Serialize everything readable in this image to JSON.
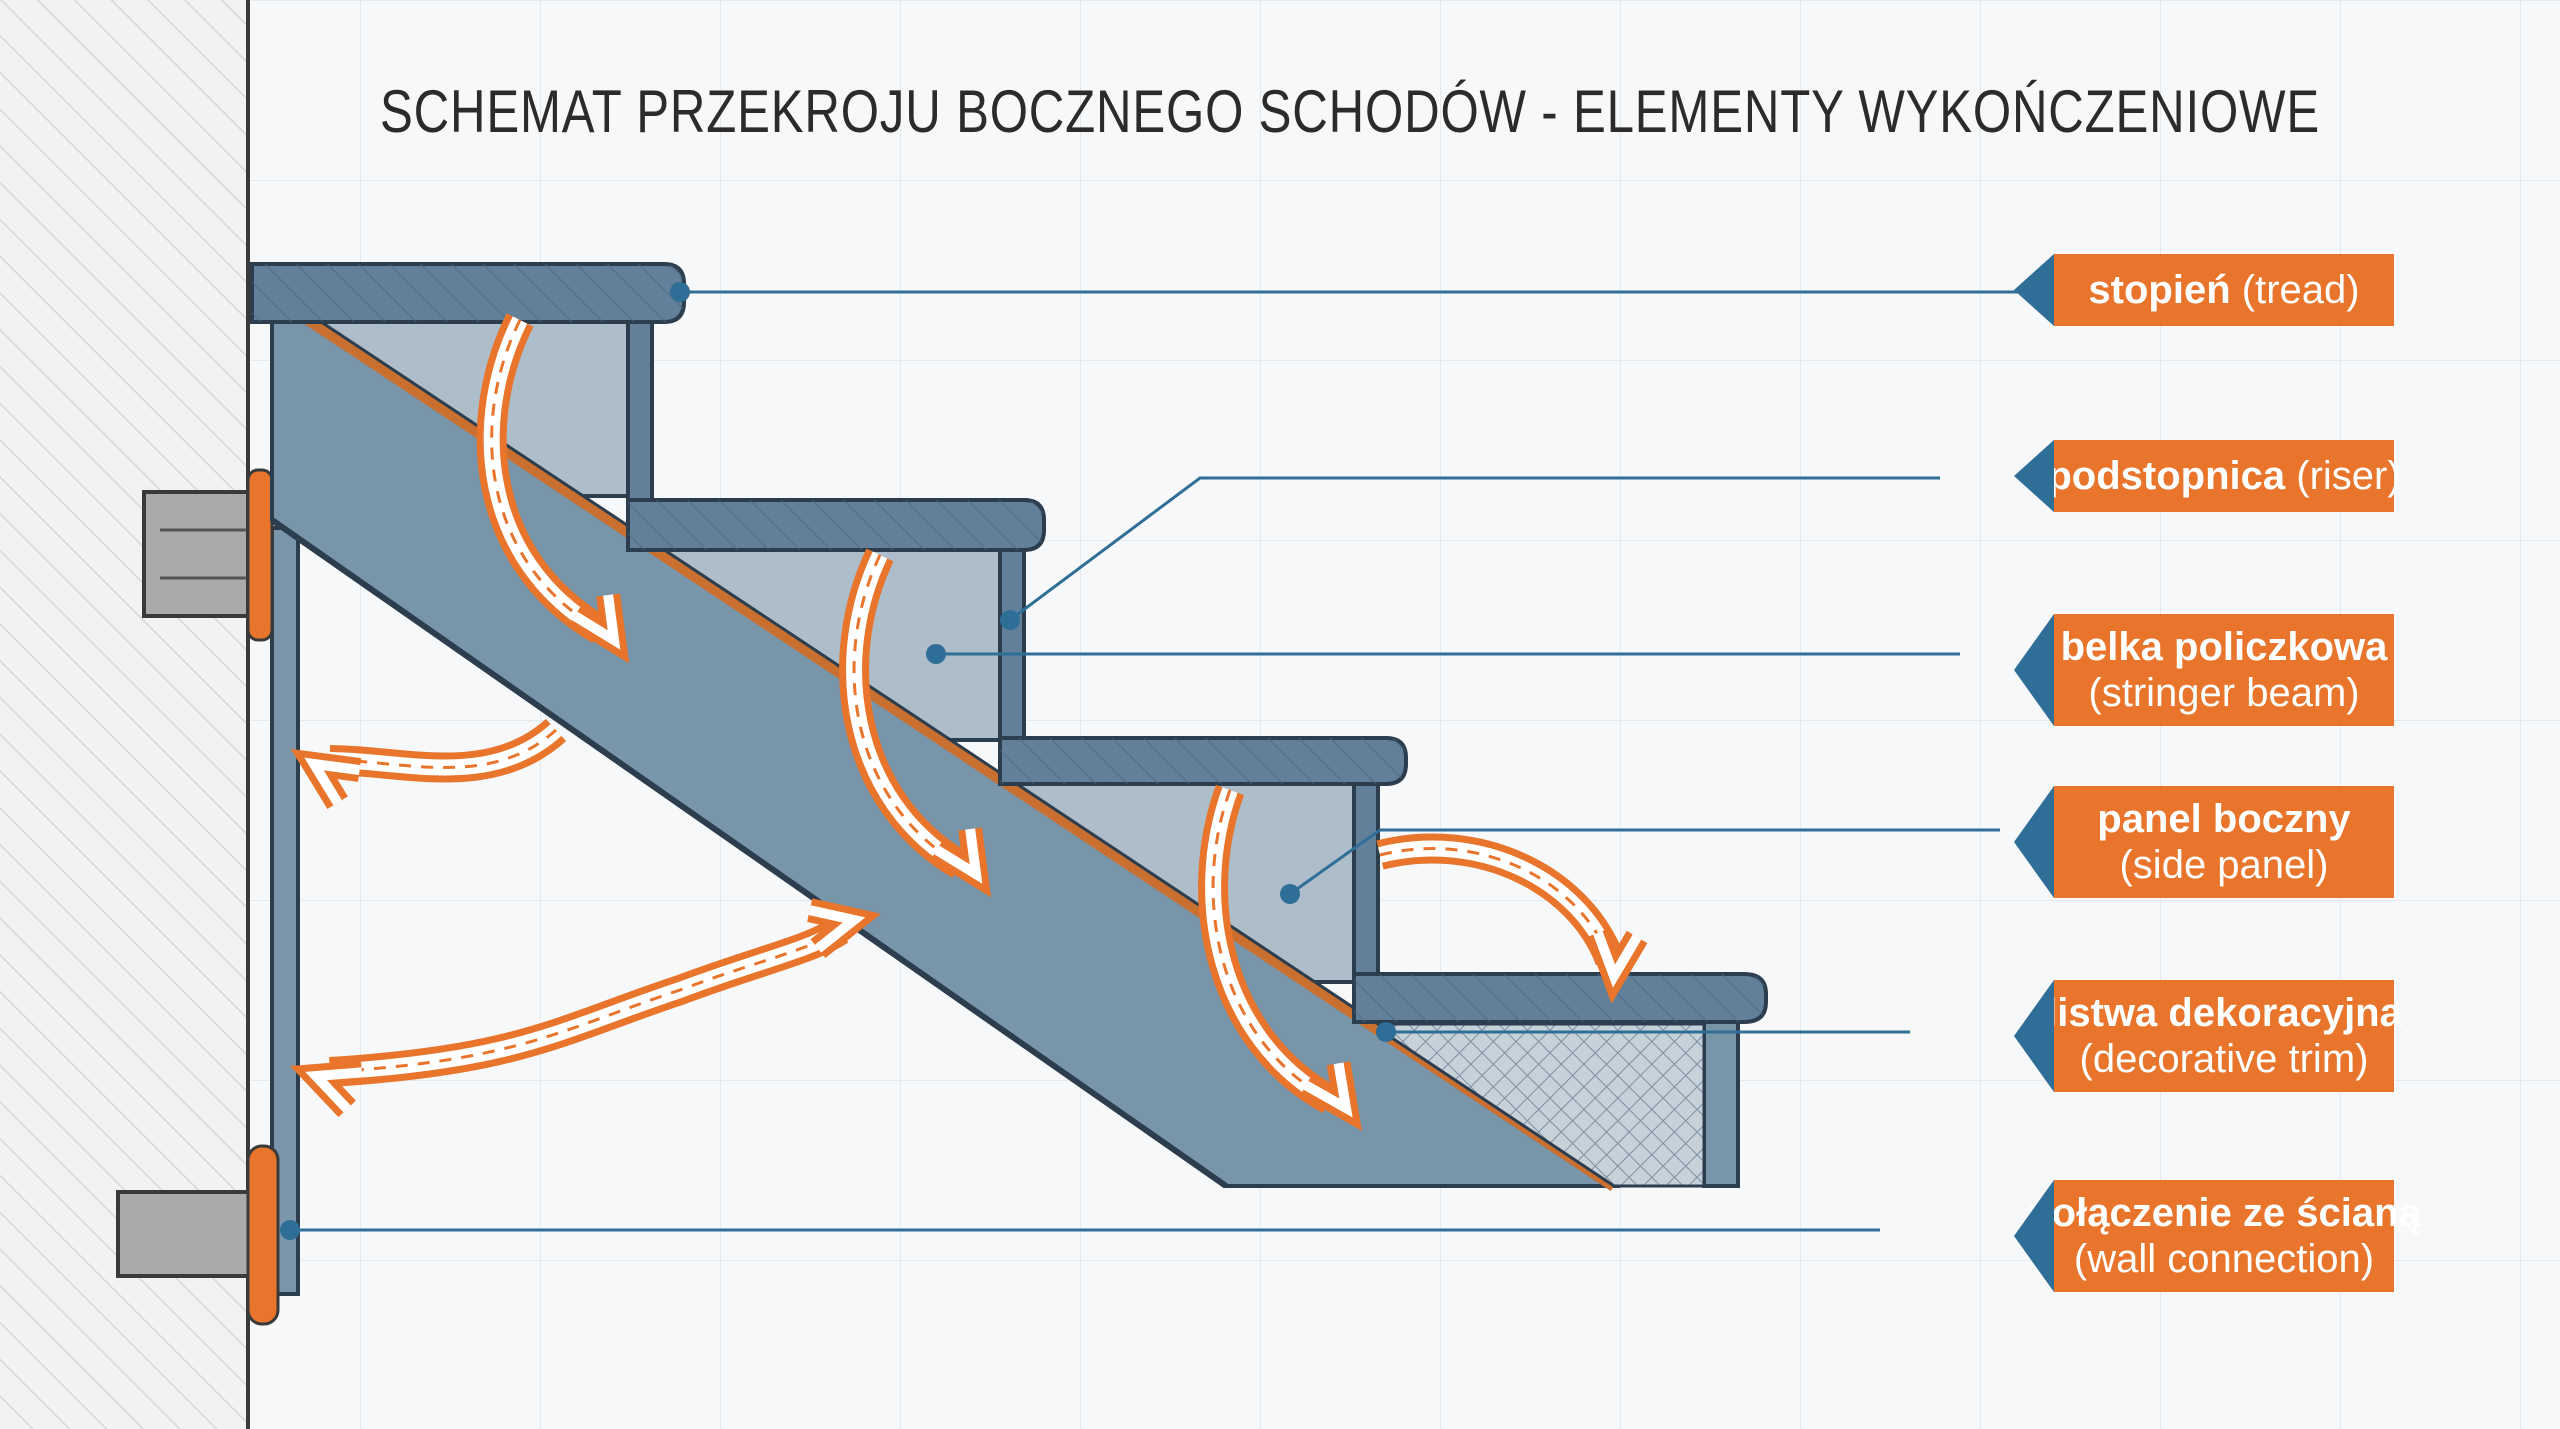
{
  "title": "SCHEMAT PRZEKROJU BOCZNEGO SCHODÓW - ELEMENTY WYKOŃCZENIOWE",
  "labels": {
    "tread": {
      "pl": "stopień",
      "en": "(tread)"
    },
    "riser": {
      "pl": "podstopnica",
      "en": "(riser)"
    },
    "stringer": {
      "pl": "belka policzkowa",
      "en": "(stringer beam)"
    },
    "panel": {
      "pl": "panel boczny",
      "en": "(side panel)"
    },
    "trim": {
      "pl": "listwa dekoracyjna",
      "en": "(decorative trim)"
    },
    "wall": {
      "pl": "połączenie ze ścianą",
      "en": "(wall connection)"
    }
  },
  "colors": {
    "accent": "#e8752b",
    "stringer": "#7895aa",
    "tread": "#62809a",
    "riser_panel": "#aebdca",
    "leader_line": "#2f6e97",
    "wall": "#f2f2f0"
  }
}
